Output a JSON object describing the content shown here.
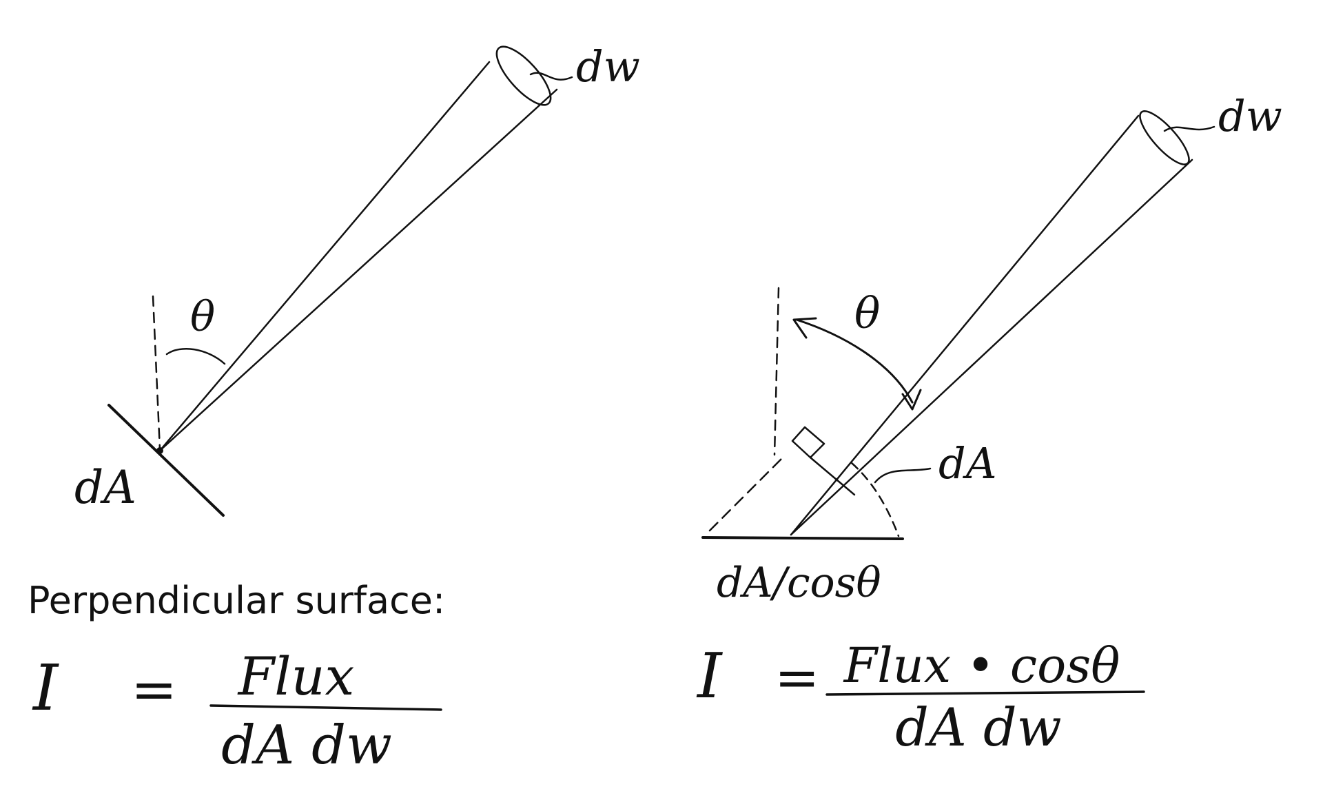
{
  "left_panel": {
    "solid_angle_label": "dw",
    "angle_label": "θ",
    "area_label": "dA",
    "caption": "Perpendicular surface:",
    "equation": {
      "lhs": "I",
      "equals": "=",
      "numerator": "Flux",
      "denominator": "dA dw"
    }
  },
  "right_panel": {
    "solid_angle_label": "dw",
    "angle_label": "θ",
    "area_label": "dA",
    "projected_area_label": "dA/cosθ",
    "equation": {
      "lhs": "I",
      "equals": "=",
      "numerator": "Flux • cosθ",
      "denominator": "dA dw"
    }
  },
  "ink_color": "#111111",
  "background_color": "#ffffff"
}
